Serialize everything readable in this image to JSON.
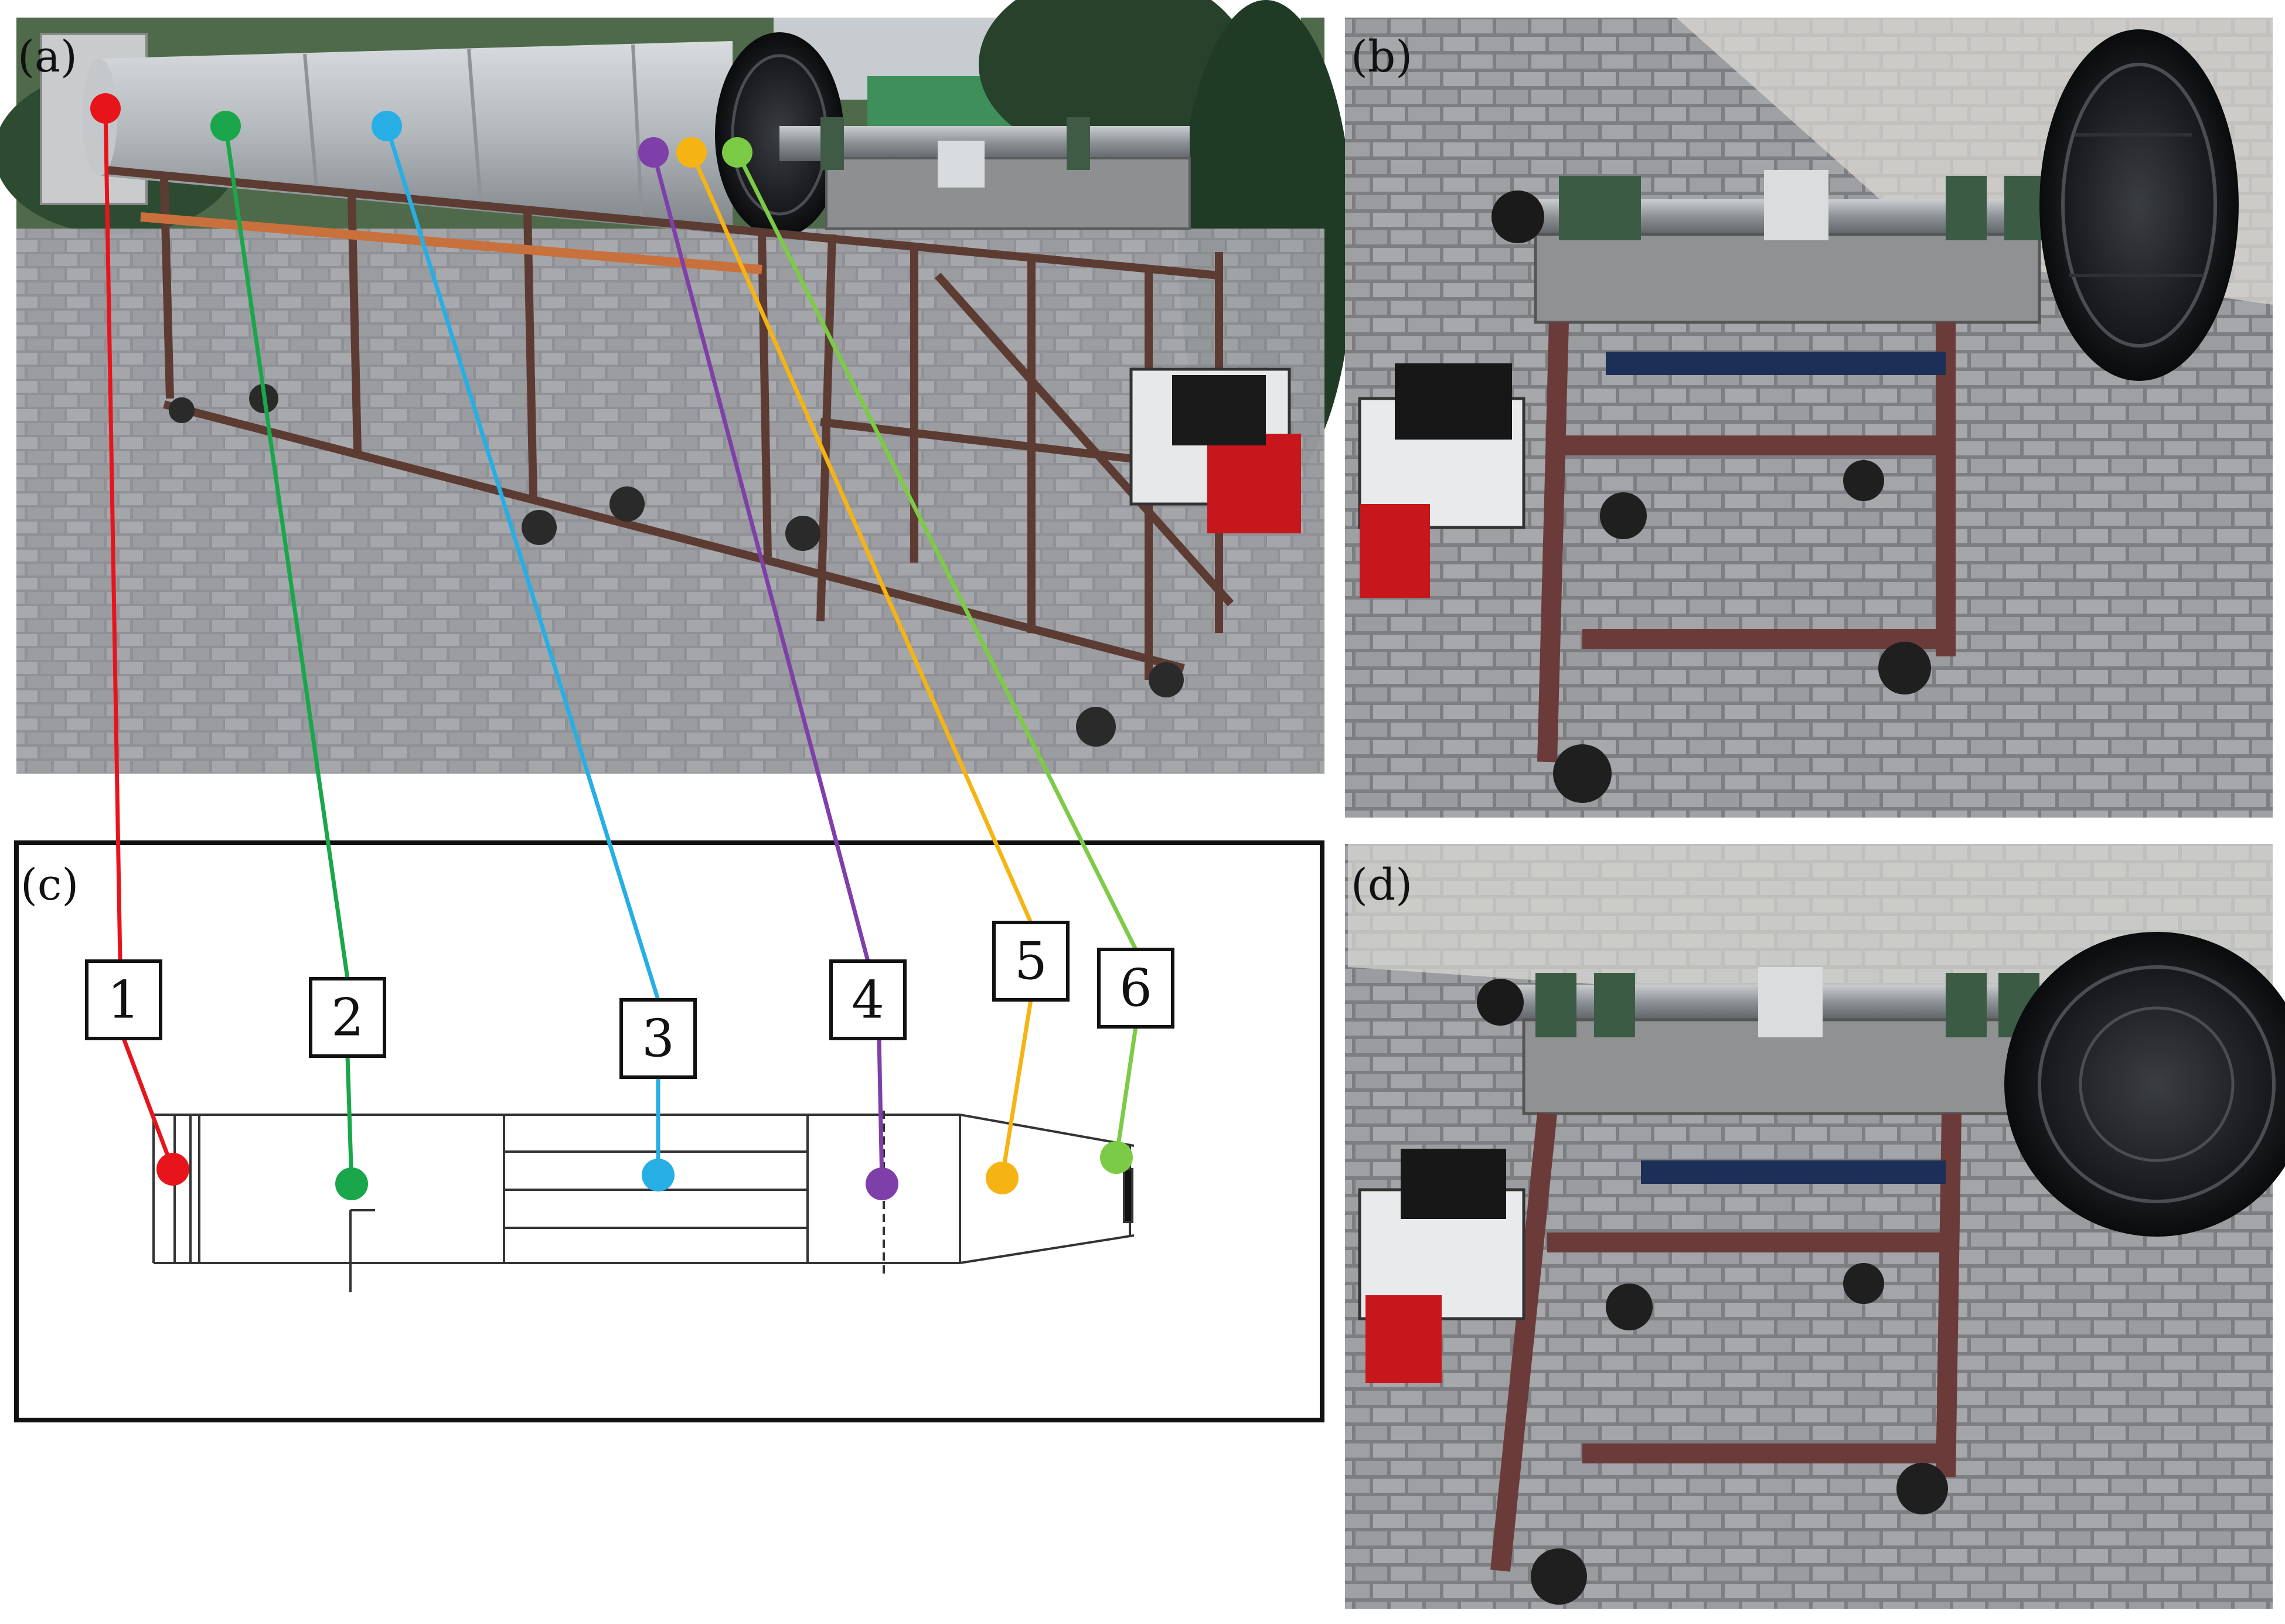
{
  "panels": [
    {
      "id": "a",
      "label": "(a)"
    },
    {
      "id": "b",
      "label": "(b)"
    },
    {
      "id": "c",
      "label": "(c)"
    },
    {
      "id": "d",
      "label": "(d)"
    }
  ],
  "callouts": [
    {
      "number": "1",
      "color": "#e8141c"
    },
    {
      "number": "2",
      "color": "#1aa64a"
    },
    {
      "number": "3",
      "color": "#27aee5"
    },
    {
      "number": "4",
      "color": "#7f3fa8"
    },
    {
      "number": "5",
      "color": "#f6b414"
    },
    {
      "number": "6",
      "color": "#7ccb46"
    }
  ]
}
